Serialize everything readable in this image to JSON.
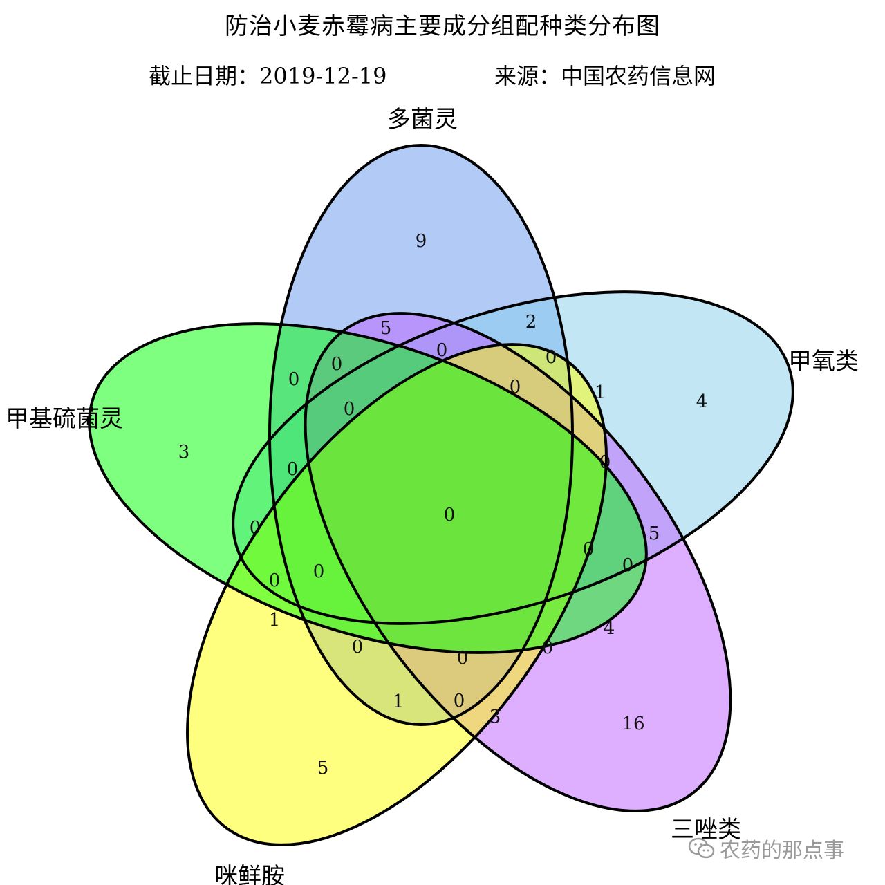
{
  "title": "防治小麦赤霉病主要成分组配种类分布图",
  "cutoff_date": "截止日期：2019-12-19",
  "source": "来源：中国农药信息网",
  "sets": [
    {
      "key": "A",
      "name": "多菌灵",
      "color": "#6495ed"
    },
    {
      "key": "B",
      "name": "甲氧类",
      "color": "#87ceeb"
    },
    {
      "key": "C",
      "name": "三唑类",
      "color": "#c060ff"
    },
    {
      "key": "D",
      "name": "咪鲜胺",
      "color": "#ffff00"
    },
    {
      "key": "E",
      "name": "甲基硫菌灵",
      "color": "#00ff00"
    }
  ],
  "region_values": [
    {
      "sets": "A",
      "value": "9"
    },
    {
      "sets": "B",
      "value": "4"
    },
    {
      "sets": "C",
      "value": "16"
    },
    {
      "sets": "D",
      "value": "5"
    },
    {
      "sets": "E",
      "value": "3"
    },
    {
      "sets": "A∩C",
      "value": "5"
    },
    {
      "sets": "A∩B",
      "value": "2"
    },
    {
      "sets": "A∩B∩C",
      "value": "0"
    },
    {
      "sets": "A∩E",
      "value": "0"
    },
    {
      "sets": "A∩C∩E",
      "value": "0"
    },
    {
      "sets": "A∩B∩D",
      "value": "0"
    },
    {
      "sets": "A∩B∩C∩D",
      "value": "0"
    },
    {
      "sets": "B∩D",
      "value": "1"
    },
    {
      "sets": "A∩D∩E",
      "value": "0"
    },
    {
      "sets": "A∩B∩C∩E",
      "value": "0"
    },
    {
      "sets": "B∩C∩D",
      "value": "0"
    },
    {
      "sets": "D∩E",
      "value": "0"
    },
    {
      "sets": "A∩B∩C∩D∩E",
      "value": "0"
    },
    {
      "sets": "B∩C",
      "value": "5"
    },
    {
      "sets": "A∩B∩D∩E",
      "value": "0"
    },
    {
      "sets": "B∩C∩D∩E",
      "value": "0"
    },
    {
      "sets": "C∩D∩E",
      "value": "0"
    },
    {
      "sets": "A∩C∩D∩E",
      "value": "0"
    },
    {
      "sets": "C∩E",
      "value": "4"
    },
    {
      "sets": "D∩E'",
      "value": "1"
    },
    {
      "sets": "A∩D",
      "value": "0"
    },
    {
      "sets": "B∩C∩E",
      "value": "0"
    },
    {
      "sets": "C∩D",
      "value": "0"
    },
    {
      "sets": "A∩C∩D",
      "value": "1"
    },
    {
      "sets": "C∩D'",
      "value": "0"
    },
    {
      "sets": "C∩E'",
      "value": "3"
    },
    {
      "sets": "B∩C'",
      "value": "0"
    }
  ],
  "watermark": "农药的那点事"
}
